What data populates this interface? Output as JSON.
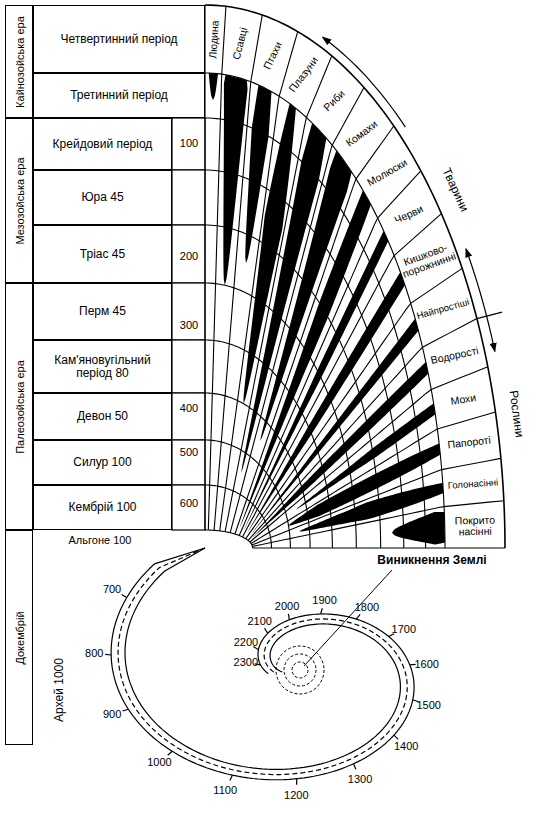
{
  "diagram": {
    "nodes": [
      {
        "text": [
          "Кайнозойська ера"
        ]
      },
      {
        "text": [
          "Мезозойська ера"
        ]
      },
      {
        "text": [
          "Палеозойська ера"
        ]
      },
      {
        "text": [
          "Докембрій"
        ]
      },
      {
        "text": [
          "Четвертинний період"
        ]
      },
      {
        "text": [
          "Третинний період"
        ]
      },
      {
        "text": [
          "Крейдовий період"
        ]
      },
      {
        "text": [
          "Юра 45"
        ]
      },
      {
        "text": [
          "Тріас 45"
        ]
      },
      {
        "text": [
          "Перм 45"
        ]
      },
      {
        "text": [
          "Кам'яновугільний період 80"
        ]
      },
      {
        "text": [
          "Девон 50"
        ]
      },
      {
        "text": [
          "Силур 100"
        ]
      },
      {
        "text": [
          "Кембрій 100"
        ]
      },
      {
        "text": [
          "Людина"
        ]
      },
      {
        "text": [
          "Ссавці"
        ]
      },
      {
        "text": [
          "Птахи"
        ]
      },
      {
        "text": [
          "Плазуни"
        ]
      },
      {
        "text": [
          "Риби"
        ]
      },
      {
        "text": [
          "Комахи"
        ]
      },
      {
        "text": [
          "Молюски"
        ]
      },
      {
        "text": [
          "Черви"
        ]
      },
      {
        "text": [
          "Кишково-порожнинні"
        ]
      },
      {
        "text": [
          "Найпростіші"
        ]
      },
      {
        "text": [
          "Водорості"
        ]
      },
      {
        "text": [
          "Мохи"
        ]
      },
      {
        "text": [
          "Папороті"
        ]
      },
      {
        "text": [
          "Голонасінні"
        ]
      },
      {
        "text": [
          "Покрито насінні"
        ]
      }
    ],
    "labels": [
      "100",
      "200",
      "300",
      "400",
      "500",
      "600",
      "Альгоне 100",
      "Тварини",
      "Рослини",
      "700",
      "800",
      "900",
      "1000",
      "1100",
      "1200",
      "1300",
      "1400",
      "1500",
      "1600",
      "1700",
      "1800",
      "1900",
      "2000",
      "2100",
      "2200",
      "2300",
      "Архей 1000",
      "Виникнення Землі"
    ]
  }
}
